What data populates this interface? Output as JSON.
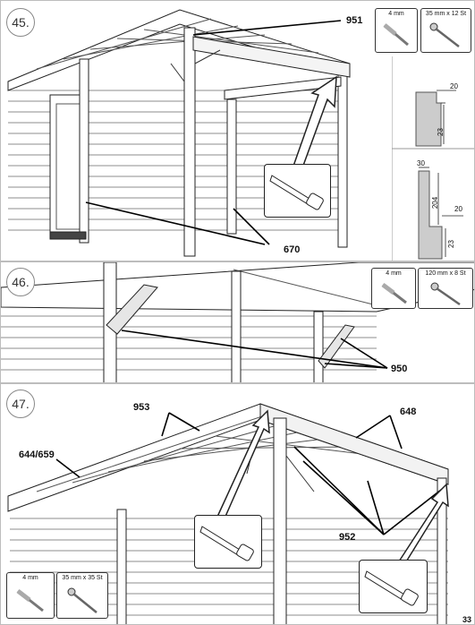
{
  "steps": {
    "s45": {
      "number": "45.",
      "labels": {
        "l951": "951",
        "l670": "670"
      },
      "hardware": [
        {
          "label": "4 mm",
          "icon": "drill-bit-icon"
        },
        {
          "label": "35 mm x 12 St",
          "icon": "screw-icon"
        }
      ],
      "dims": {
        "d20a": "20",
        "d23a": "23",
        "d30": "30",
        "d204": "204",
        "d20b": "20",
        "d23b": "23"
      },
      "tool": "saw-icon"
    },
    "s46": {
      "number": "46.",
      "labels": {
        "l950": "950"
      },
      "hardware": [
        {
          "label": "4 mm",
          "icon": "drill-bit-icon"
        },
        {
          "label": "120 mm x 8 St",
          "icon": "screw-icon"
        }
      ]
    },
    "s47": {
      "number": "47.",
      "labels": {
        "l953": "953",
        "l648": "648",
        "l644": "644/659",
        "l952": "952"
      },
      "hardware": [
        {
          "label": "4 mm",
          "icon": "drill-bit-icon"
        },
        {
          "label": "35 mm x 35 St",
          "icon": "screw-icon"
        }
      ],
      "tool": "saw-icon"
    }
  },
  "page_number": "33"
}
